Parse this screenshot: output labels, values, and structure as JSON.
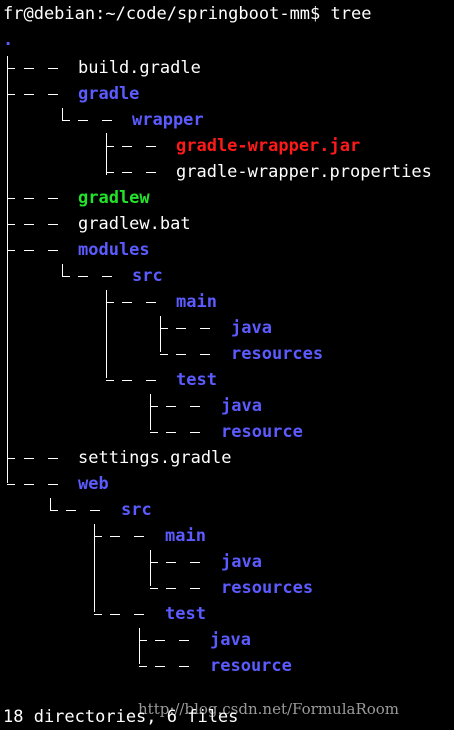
{
  "prompt": "fr@debian:~/code/springboot-mm$ tree",
  "root": ".",
  "entries": [
    {
      "name": "build.gradle",
      "kind": "file"
    },
    {
      "name": "gradle",
      "kind": "dir"
    },
    {
      "name": "wrapper",
      "kind": "dir"
    },
    {
      "name": "gradle-wrapper.jar",
      "kind": "archive"
    },
    {
      "name": "gradle-wrapper.properties",
      "kind": "file"
    },
    {
      "name": "gradlew",
      "kind": "exec"
    },
    {
      "name": "gradlew.bat",
      "kind": "file"
    },
    {
      "name": "modules",
      "kind": "dir"
    },
    {
      "name": "src",
      "kind": "dir"
    },
    {
      "name": "main",
      "kind": "dir"
    },
    {
      "name": "java",
      "kind": "dir"
    },
    {
      "name": "resources",
      "kind": "dir"
    },
    {
      "name": "test",
      "kind": "dir"
    },
    {
      "name": "java",
      "kind": "dir"
    },
    {
      "name": "resource",
      "kind": "dir"
    },
    {
      "name": "settings.gradle",
      "kind": "file"
    },
    {
      "name": "web",
      "kind": "dir"
    },
    {
      "name": "src",
      "kind": "dir"
    },
    {
      "name": "main",
      "kind": "dir"
    },
    {
      "name": "java",
      "kind": "dir"
    },
    {
      "name": "resources",
      "kind": "dir"
    },
    {
      "name": "test",
      "kind": "dir"
    },
    {
      "name": "java",
      "kind": "dir"
    },
    {
      "name": "resource",
      "kind": "dir"
    }
  ],
  "summary": "18 directories, 6 files",
  "watermark": "http://blog.csdn.net/FormulaRoom",
  "colors": {
    "background": "#000000",
    "text": "#ffffff",
    "directory": "#5b5bff",
    "executable": "#22e32a",
    "archive": "#ff1a1a",
    "watermark": "#9a9a9a"
  }
}
